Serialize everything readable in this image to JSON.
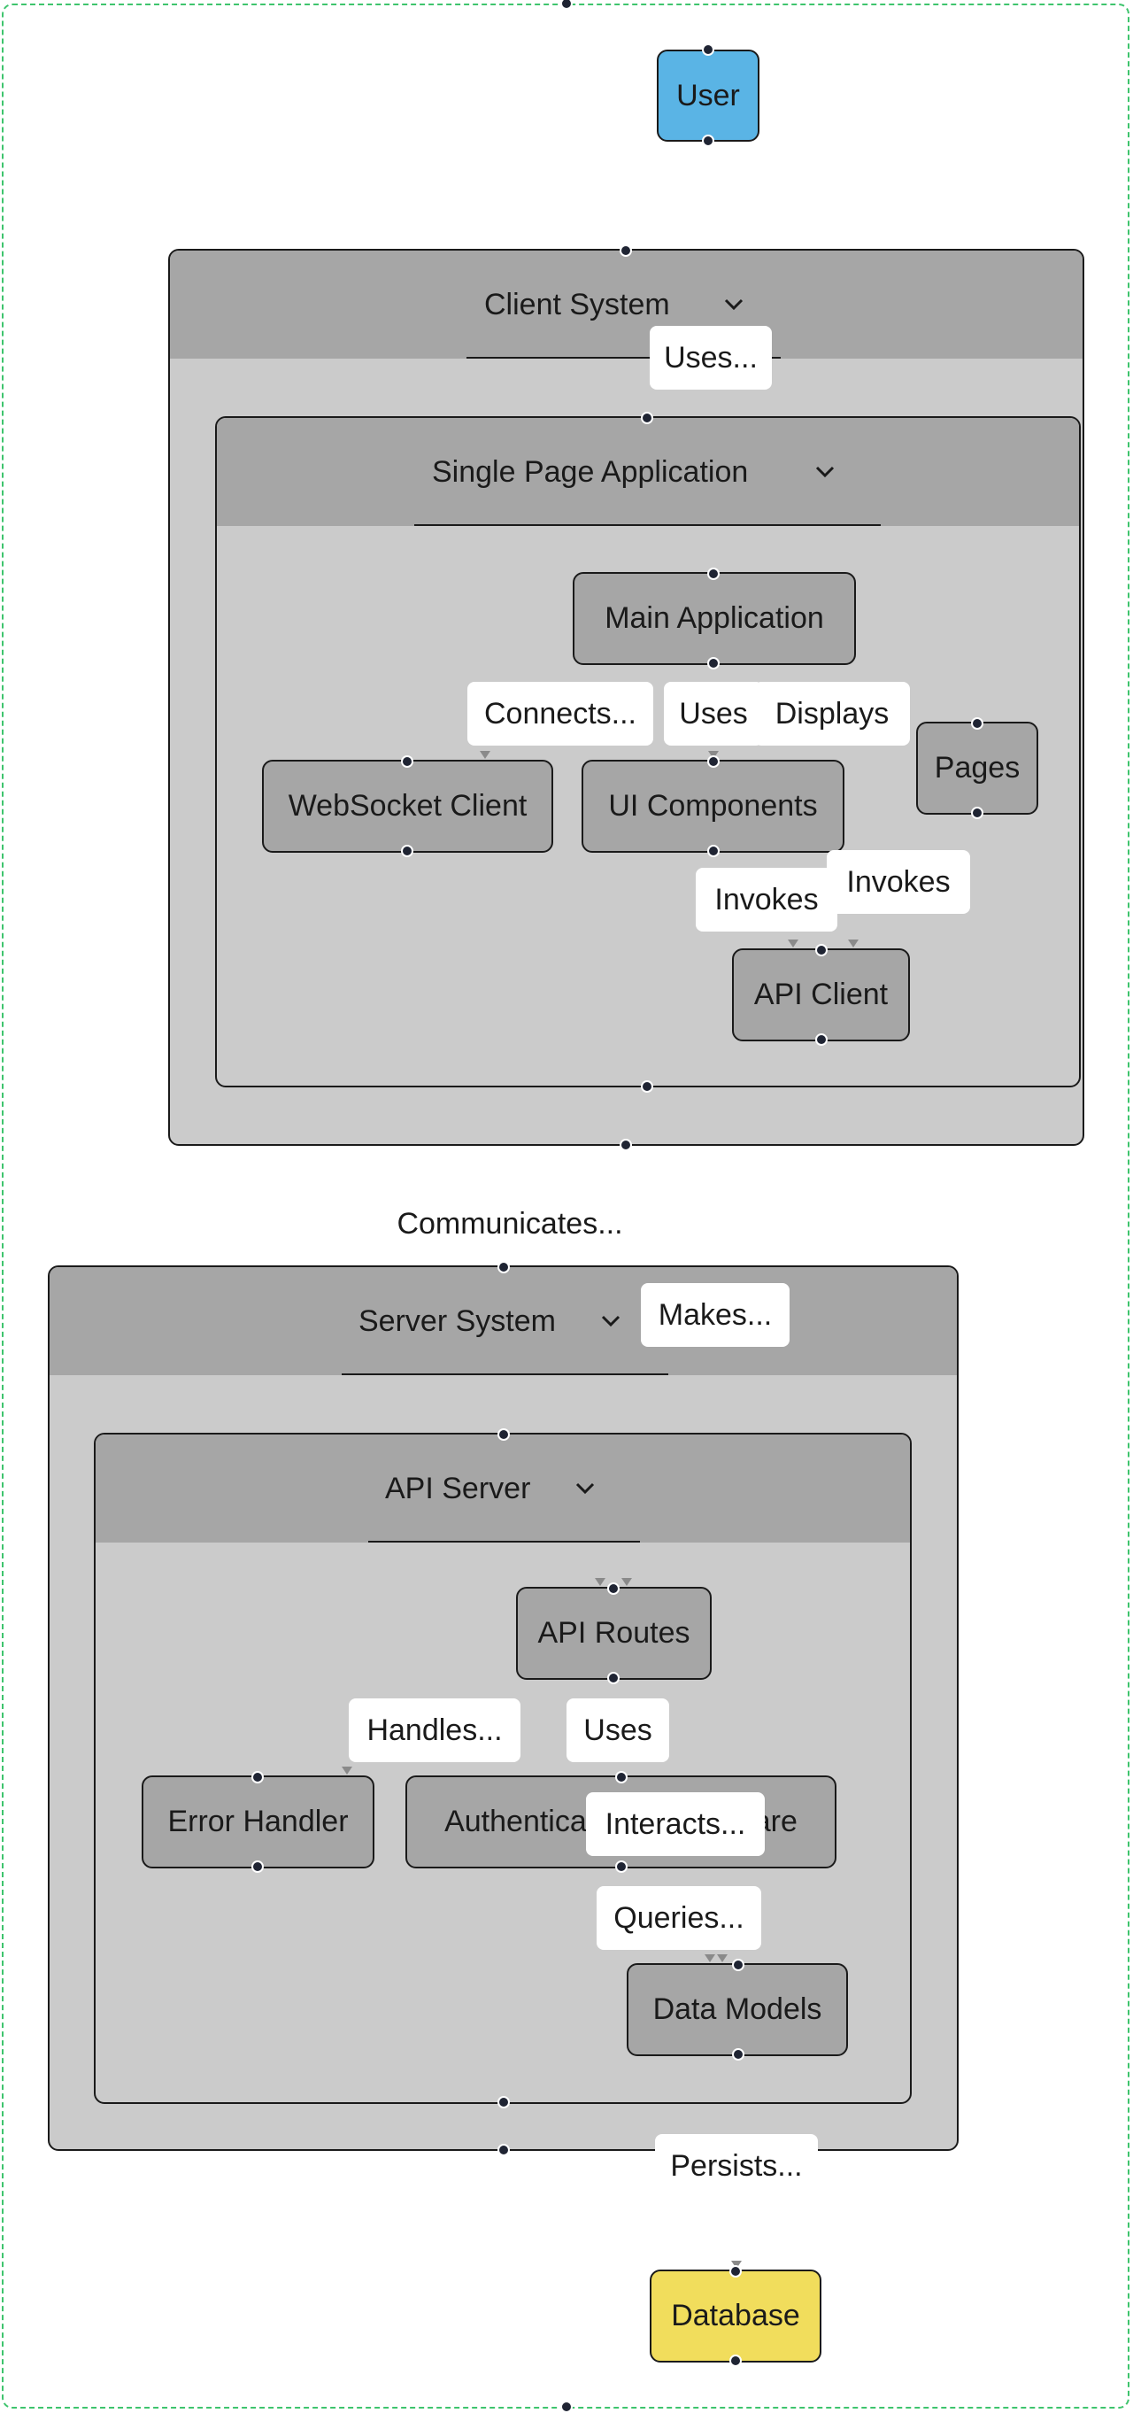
{
  "nodes": {
    "user": "User",
    "main_application": "Main Application",
    "websocket_client": "WebSocket Client",
    "ui_components": "UI Components",
    "pages": "Pages",
    "api_client": "API Client",
    "api_routes": "API Routes",
    "error_handler": "Error Handler",
    "authentication_middleware": "Authentication Middleware",
    "data_models": "Data Models",
    "database": "Database"
  },
  "groups": {
    "client_system": "Client System",
    "single_page_application": "Single Page Application",
    "server_system": "Server System",
    "api_server": "API Server"
  },
  "edges": {
    "uses_client": "Uses...",
    "connects": "Connects...",
    "uses_ui": "Uses",
    "displays": "Displays",
    "invokes_1": "Invokes",
    "invokes_2": "Invokes",
    "communicates": "Communicates...",
    "makes": "Makes...",
    "handles": "Handles...",
    "uses_auth": "Uses",
    "interacts": "Interacts...",
    "queries": "Queries...",
    "persists": "Persists..."
  },
  "colors": {
    "user_node": "#5ab4e5",
    "database_node": "#f1dd5c",
    "node_fill": "#a6a6a6",
    "group_fill": "#cbcbcb",
    "frame_border": "#3ec46d"
  },
  "icons": {
    "group_toggle": "chevron-down-icon"
  }
}
